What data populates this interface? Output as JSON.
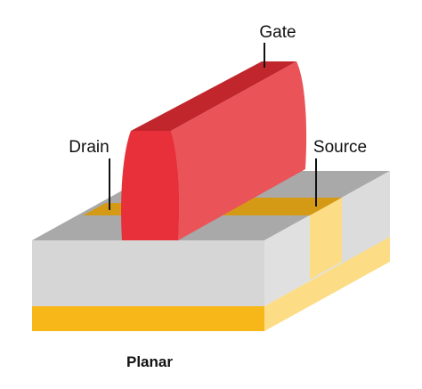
{
  "labels": {
    "gate": "Gate",
    "drain": "Drain",
    "source": "Source"
  },
  "caption": "Planar",
  "colors": {
    "substrate_top": "#a9a9a9",
    "substrate_front": "#d6d6d6",
    "substrate_side": "#bdbdbd",
    "gold": "#f7b719",
    "gold_light": "#fcdd86",
    "channel": "#d49a16",
    "gate_front": "#e8303a",
    "gate_side": "#ea5458",
    "gate_top": "#c1262d",
    "leader": "#111111"
  }
}
